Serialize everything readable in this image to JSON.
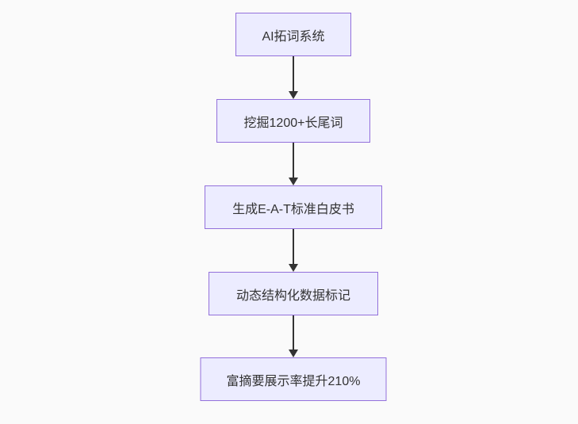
{
  "diagram": {
    "type": "flowchart",
    "direction": "top-down",
    "nodes": [
      {
        "id": "step-1",
        "label": "AI拓词系统"
      },
      {
        "id": "step-2",
        "label": "挖掘1200+长尾词"
      },
      {
        "id": "step-3",
        "label": "生成E-A-T标准白皮书"
      },
      {
        "id": "step-4",
        "label": "动态结构化数据标记"
      },
      {
        "id": "step-5",
        "label": "富摘要展示率提升210%"
      }
    ],
    "edges": [
      {
        "from": "step-1",
        "to": "step-2",
        "style": "arrow-down"
      },
      {
        "from": "step-2",
        "to": "step-3",
        "style": "arrow-down"
      },
      {
        "from": "step-3",
        "to": "step-4",
        "style": "arrow-down"
      },
      {
        "from": "step-4",
        "to": "step-5",
        "style": "arrow-down"
      }
    ],
    "colors": {
      "node_fill": "#ECECFF",
      "node_border": "#9370DB",
      "node_text": "#333333",
      "arrow": "#333333",
      "background": "#fafafa"
    }
  }
}
